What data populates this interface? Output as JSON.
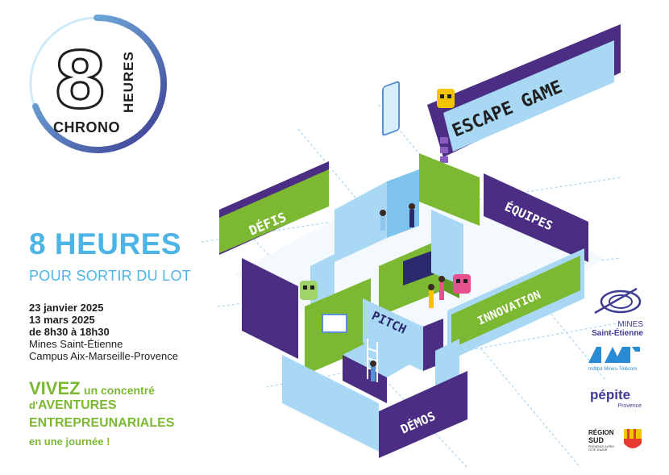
{
  "logo": {
    "number": "8",
    "heures": "HEURES",
    "chrono": "CHRONO"
  },
  "headline": {
    "title": "8 HEURES",
    "subtitle": "POUR SORTIR DU LOT"
  },
  "event": {
    "date1": "23 janvier 2025",
    "date2": "13 mars 2025",
    "hours": "de 8h30 à 18h30",
    "school": "Mines Saint-Étienne",
    "campus": "Campus Aix-Marseille-Provence"
  },
  "slogan": {
    "vivez": "VIVEZ",
    "concentre": "un concentré",
    "de": "d'",
    "aventures": "AVENTURES",
    "entrepreneuriales": "ENTREPREUNARIALES",
    "journee": "en une journée !"
  },
  "maze_labels": {
    "escape": "ESCAPE GAME",
    "defis": "DÉFIS",
    "equipes": "ÉQUIPES",
    "innovation": "INNOVATION",
    "pitch": "PITCH",
    "demos": "DÉMOS"
  },
  "partners": {
    "mines_top": "MINES",
    "mines_bottom": "Saint-Étienne",
    "imt": "Institut Mines-Télécom",
    "pepite": "pépite",
    "pepite_sub": "Provence",
    "region_top": "RÉGION",
    "region_bottom": "SUD",
    "region_small": "PROVENCE ALPES CÔTE D'AZUR"
  },
  "colors": {
    "green": "#7cb832",
    "purple": "#4b2e83",
    "lightblue": "#a8d8f4",
    "blue": "#4db4e6"
  }
}
